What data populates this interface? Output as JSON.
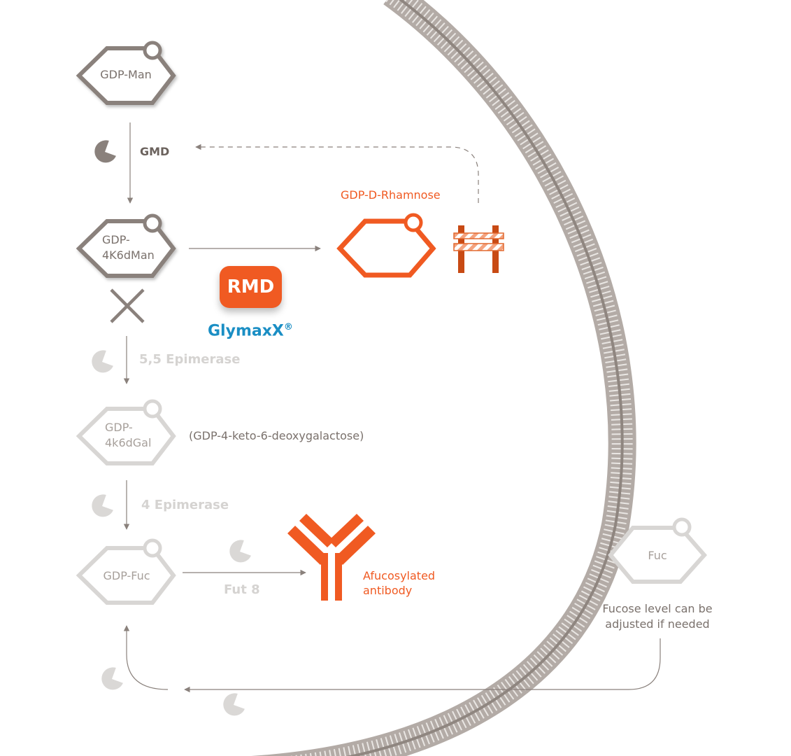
{
  "molecules": {
    "gdp_man": "GDP-Man",
    "gdp_4k6dman": [
      "GDP-",
      "4K6dMan"
    ],
    "gdp_4k6dgal": [
      "GDP-",
      "4k6dGal"
    ],
    "gdp_4k6dgal_fullname": "(GDP-4-keto-6-deoxygalactose)",
    "gdp_fuc": "GDP-Fuc",
    "gdp_d_rhamnose": "GDP-D-Rhamnose",
    "fuc": "Fuc"
  },
  "enzymes": {
    "gmd": "GMD",
    "epimerase_55": "5,5 Epimerase",
    "epimerase_4": "4 Epimerase",
    "fut8": "Fut 8"
  },
  "products": {
    "afucosylated_antibody": [
      "Afucosylated",
      "antibody"
    ]
  },
  "notes": {
    "fucose_level": [
      "Fucose level can be",
      "adjusted if needed"
    ]
  },
  "brand": {
    "rmd_badge": "RMD",
    "glymaxx": "GlymaxX",
    "registered_mark": "®"
  },
  "colors": {
    "active_grey": "#8a817c",
    "faded_grey": "#d8d6d4",
    "orange": "#f05a22",
    "dark_orange": "#c84a14",
    "blue": "#1a8ec4"
  },
  "icons": {
    "enzyme": "pacman-enzyme-icon",
    "blocked": "cross-icon",
    "barrier": "road-barrier-icon",
    "antibody": "antibody-icon",
    "membrane": "cell-membrane"
  }
}
